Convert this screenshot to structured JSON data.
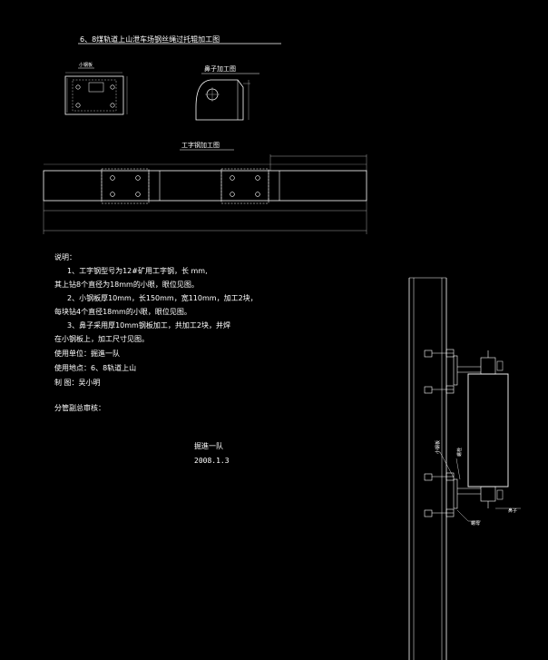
{
  "drawing": {
    "title": "6、8煤轨道上山泄车场钢丝绳过托辊加工图",
    "views": {
      "small_plate": "小钢板",
      "lug": "鼻子加工图",
      "i_beam": "工字钢加工图"
    },
    "notes": {
      "heading": "说明：",
      "lines": [
        "1、工字钢型号为12#矿用工字钢，长        mm,",
        "其上钻8个直径为18mm的小眼，眼位见图。",
        "2、小钢板厚10mm，长150mm，宽110mm，加工2块，",
        "每块钻4个直径18mm的小眼，眼位见图。",
        "3、鼻子采用厚10mm钢板加工，共加工2块，并焊",
        "在小钢板上，加工尺寸见图。",
        "使用单位：掘進一队",
        "使用地点：6、8轨道上山",
        "制    图：吴小明"
      ],
      "approval": "分管副总审核："
    },
    "signature": {
      "unit": "掘進一队",
      "date": "2008.1.3"
    },
    "assembly_labels": {
      "plate": "小钢板",
      "bolt": "螺栓",
      "nut": "螺母",
      "lug": "鼻子"
    },
    "colors": {
      "background": "#000000",
      "line": "#ffffff",
      "dim": "#cfcfcf"
    }
  }
}
